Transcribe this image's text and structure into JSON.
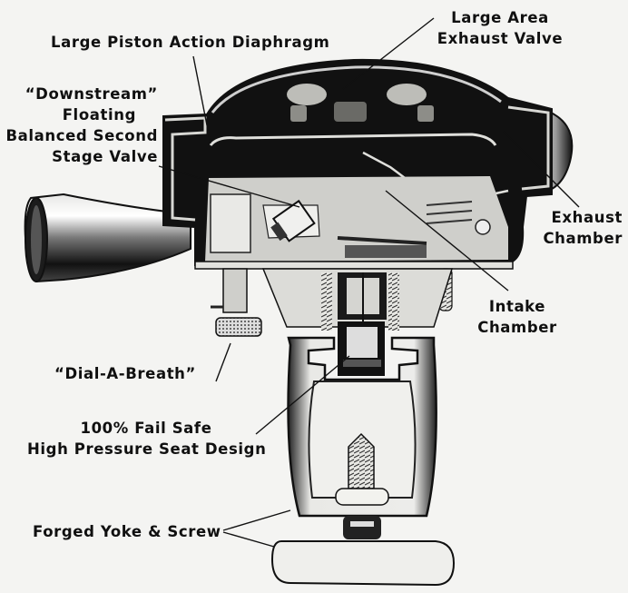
{
  "figure": {
    "subject": "Scuba regulator cutaway",
    "colors": {
      "background": "#f4f4f2",
      "ink": "#101010",
      "metal_light": "#d8d8d4",
      "metal_mid": "#8a8a86",
      "metal_dark": "#1a1a1a"
    }
  },
  "labels": {
    "diaphragm": {
      "lines": [
        "Large Piston Action Diaphragm"
      ]
    },
    "exhaust_valve": {
      "lines": [
        "Large Area",
        "Exhaust Valve"
      ]
    },
    "second_stage_valve": {
      "lines": [
        "“Downstream”",
        "Floating",
        "Balanced Second",
        "Stage Valve"
      ]
    },
    "exhaust_chamber": {
      "lines": [
        "Exhaust",
        "Chamber"
      ]
    },
    "intake_chamber": {
      "lines": [
        "Intake",
        "Chamber"
      ]
    },
    "dial_a_breath": {
      "lines": [
        "“Dial-A-Breath”"
      ]
    },
    "fail_safe_seat": {
      "lines": [
        "100% Fail Safe",
        "High Pressure Seat Design"
      ]
    },
    "yoke_screw": {
      "lines": [
        "Forged Yoke & Screw"
      ]
    }
  }
}
